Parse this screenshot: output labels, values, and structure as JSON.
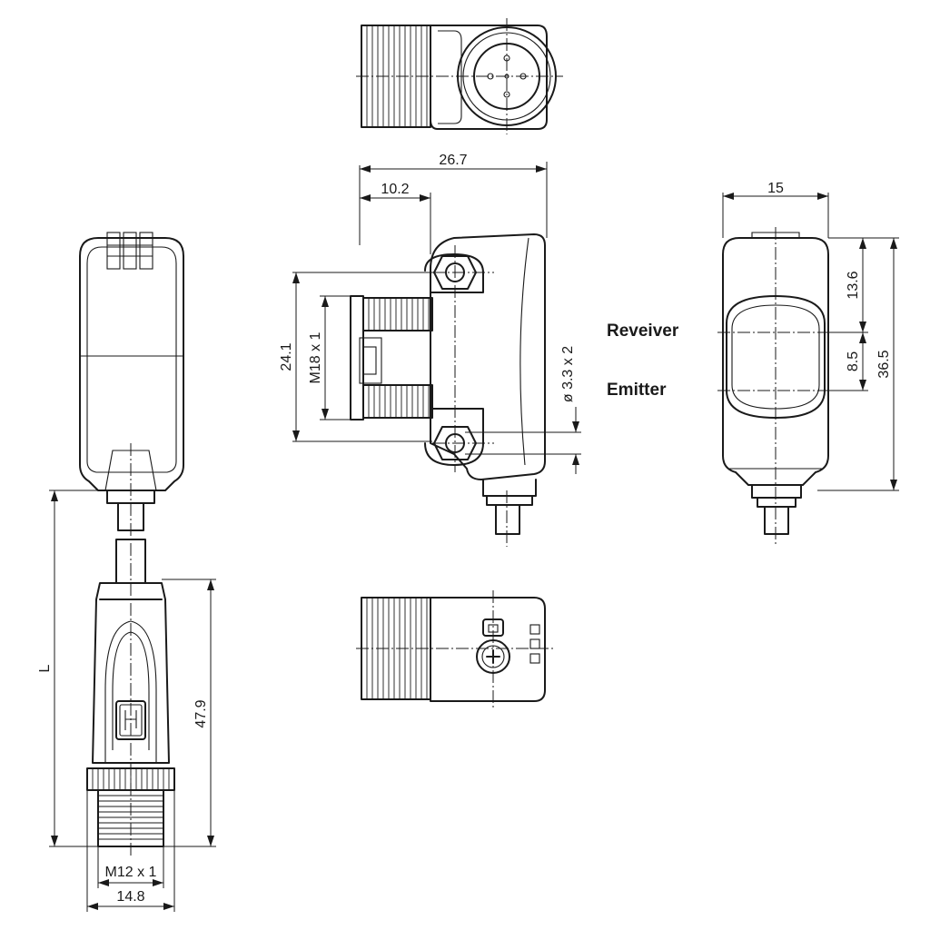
{
  "dimensions": {
    "overall_depth": "26.7",
    "bracket_offset": "10.2",
    "width": "15",
    "mount_height": "24.1",
    "thread": "M18 x 1",
    "hole": "ø 3.3 x 2",
    "receiver_offset": "13.6",
    "lens_spacing": "8.5",
    "height": "36.5",
    "cable_length": "L",
    "connector_length": "47.9",
    "connector_thread": "M12 x 1",
    "connector_width": "14.8"
  },
  "labels": {
    "receiver": "Reveiver",
    "emitter": "Emitter"
  }
}
